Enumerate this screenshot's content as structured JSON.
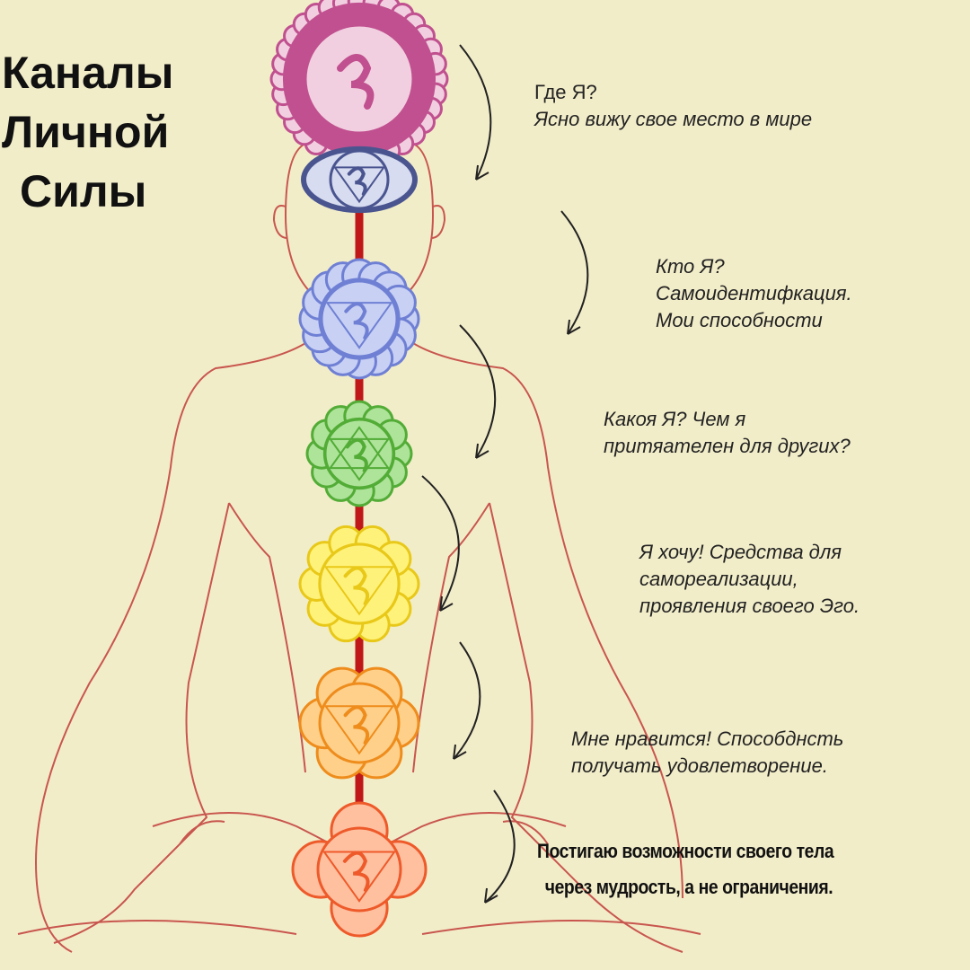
{
  "title": {
    "line1": "Каналы",
    "line2": "Личной",
    "line3": "Силы"
  },
  "captions": [
    {
      "lines": [
        "Где Я?",
        "Ясно вижу свое место в мире"
      ]
    },
    {
      "lines": [
        "Кто Я?",
        "Самоидентифкация.",
        "Мои способности"
      ]
    },
    {
      "lines": [
        "Какоя Я? Чем я",
        "притяателен для других?"
      ]
    },
    {
      "lines": [
        "Я хочу! Средства для",
        "самореализации,",
        "проявления своего Эго."
      ]
    },
    {
      "lines": [
        "Мне нравится! Способднсть",
        "получать удовлетворение."
      ]
    },
    {
      "lines": [
        "Постигаю возможности своего тела",
        "через мудрость, а не ограничения."
      ]
    }
  ],
  "chakras": [
    {
      "name": "crown",
      "color": "#c0508f",
      "light": "#f2cfe0"
    },
    {
      "name": "third-eye",
      "color": "#4a5590",
      "light": "#d8dcf0"
    },
    {
      "name": "throat",
      "color": "#6f80d4",
      "light": "#c8d0f4"
    },
    {
      "name": "heart",
      "color": "#52ac36",
      "light": "#aee39a"
    },
    {
      "name": "solar-plexus",
      "color": "#e8c818",
      "light": "#fff27a"
    },
    {
      "name": "sacral",
      "color": "#ee8c1c",
      "light": "#ffd08a"
    },
    {
      "name": "root",
      "color": "#ee5a2a",
      "light": "#ffc0a0"
    }
  ],
  "colors": {
    "background": "#f2edc9",
    "body_line": "#c8564e",
    "spine": "#c01818"
  }
}
